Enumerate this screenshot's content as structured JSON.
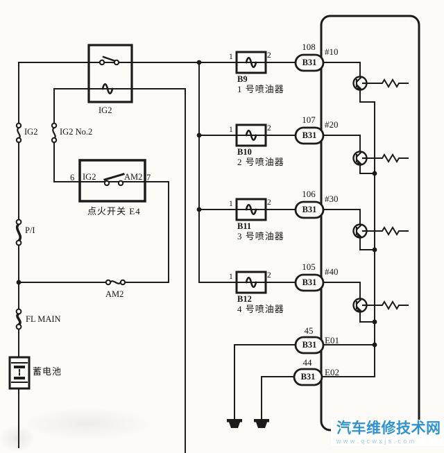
{
  "relay": {
    "label": "IG2"
  },
  "fuses": {
    "ig2": "IG2",
    "ig2_no2": "IG2 No.2",
    "pi": "P/I",
    "am2": "AM2",
    "fl_main": "FL MAIN"
  },
  "ignition_switch": {
    "pin_left": "6",
    "terminal_left": "IG2",
    "terminal_right": "AM2",
    "pin_right": "7",
    "label": "点火开关 E4"
  },
  "battery": {
    "label": "蓄电池"
  },
  "injectors": [
    {
      "t1": "1",
      "t2": "2",
      "pin": "108",
      "connector": "B31",
      "ecu_terminal": "#10",
      "code": "B9",
      "name": "1 号喷油器"
    },
    {
      "t1": "1",
      "t2": "2",
      "pin": "107",
      "connector": "B31",
      "ecu_terminal": "#20",
      "code": "B10",
      "name": "2 号喷油器"
    },
    {
      "t1": "1",
      "t2": "2",
      "pin": "106",
      "connector": "B31",
      "ecu_terminal": "#30",
      "code": "B11",
      "name": "3 号喷油器"
    },
    {
      "t1": "1",
      "t2": "2",
      "pin": "105",
      "connector": "B31",
      "ecu_terminal": "#40",
      "code": "B12",
      "name": "4 号喷油器"
    }
  ],
  "grounds": [
    {
      "pin": "45",
      "connector": "B31",
      "ecu_terminal": "E01"
    },
    {
      "pin": "44",
      "connector": "B31",
      "ecu_terminal": "E02"
    }
  ],
  "watermark": {
    "title": "汽车维修技术网",
    "url": "www.qcwxjs.com"
  },
  "colors": {
    "line": "#1b1b1b",
    "watermark_title": "#2e93d0",
    "watermark_url": "#a6c8e2"
  }
}
